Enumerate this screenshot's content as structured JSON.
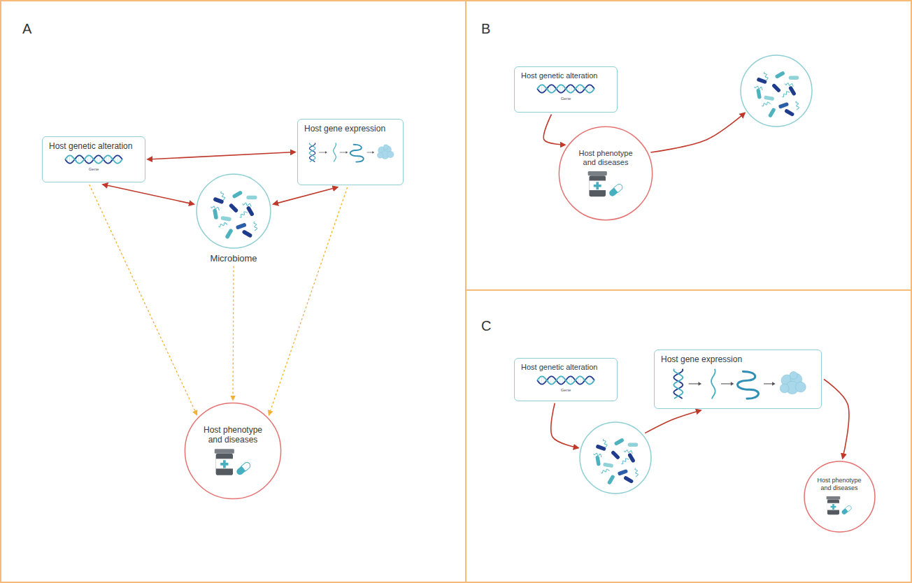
{
  "diagram": {
    "nodes": [
      {
        "text": [
          "Host genetic alteration",
          "Gene"
        ]
      },
      {
        "text": [
          "Host gene expression"
        ]
      },
      {
        "text": [
          "Microbiome"
        ]
      },
      {
        "text": [
          "Host phenotype and diseases"
        ]
      },
      {
        "text": [
          "Host genetic alteration",
          "Gene"
        ]
      },
      {
        "text": [
          "Host phenotype and diseases"
        ]
      },
      {
        "text": []
      },
      {
        "text": [
          "Host genetic alteration",
          "Gene"
        ]
      },
      {
        "text": []
      },
      {
        "text": [
          "Host gene expression"
        ]
      },
      {
        "text": [
          "Host phenotype and diseases"
        ]
      }
    ],
    "edges": [
      {
        "from": 0,
        "to": 1,
        "arrow": "both"
      },
      {
        "from": 0,
        "to": 2,
        "arrow": "both"
      },
      {
        "from": 1,
        "to": 2,
        "arrow": "both"
      },
      {
        "from": 0,
        "to": 3,
        "arrow": "to"
      },
      {
        "from": 2,
        "to": 3,
        "arrow": "to"
      },
      {
        "from": 1,
        "to": 3,
        "arrow": "to"
      },
      {
        "from": 4,
        "to": 5,
        "arrow": "to"
      },
      {
        "from": 5,
        "to": 6,
        "arrow": "to"
      },
      {
        "from": 7,
        "to": 8,
        "arrow": "to"
      },
      {
        "from": 8,
        "to": 9,
        "arrow": "to"
      },
      {
        "from": 9,
        "to": 10,
        "arrow": "to"
      }
    ],
    "labels": [
      "A",
      "B",
      "C"
    ]
  }
}
